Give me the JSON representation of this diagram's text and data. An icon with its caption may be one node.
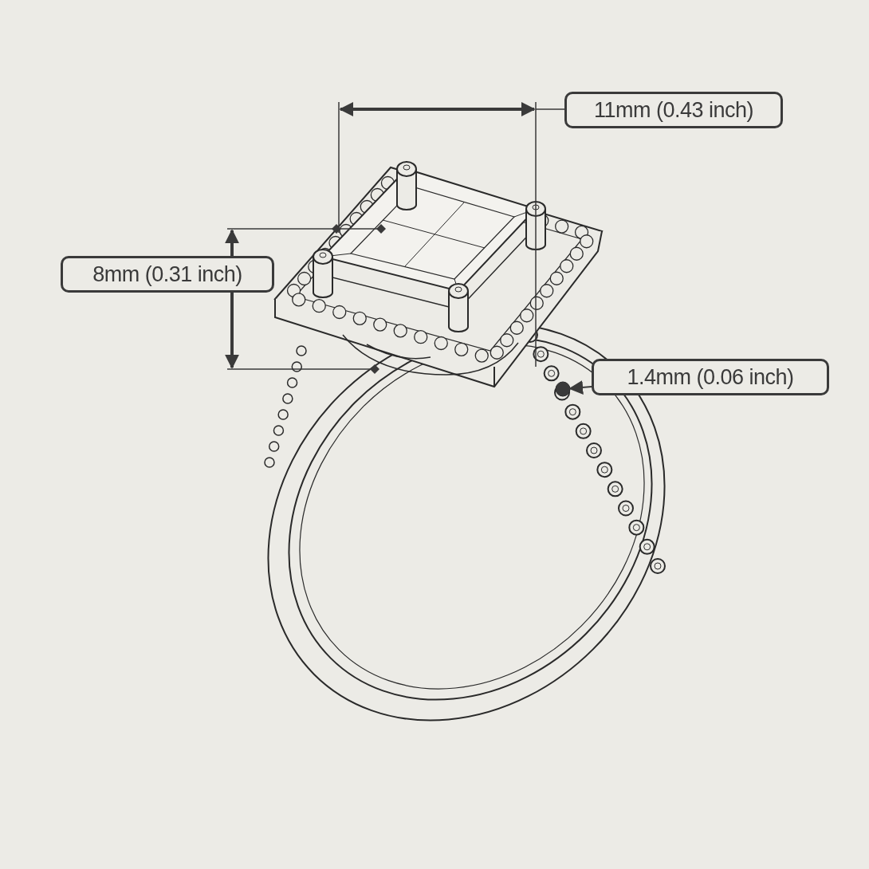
{
  "diagram": {
    "nodes": [
      {
        "text": [
          "11mm (0.43 inch)"
        ]
      },
      {
        "text": [
          "8mm (0.31 inch)"
        ]
      },
      {
        "text": [
          "1.4mm (0.06 inch)"
        ]
      },
      {
        "text": [],
        "shape": "circle"
      }
    ],
    "edges": [
      {
        "from": 2,
        "to": 3,
        "arrow": "to"
      }
    ]
  }
}
